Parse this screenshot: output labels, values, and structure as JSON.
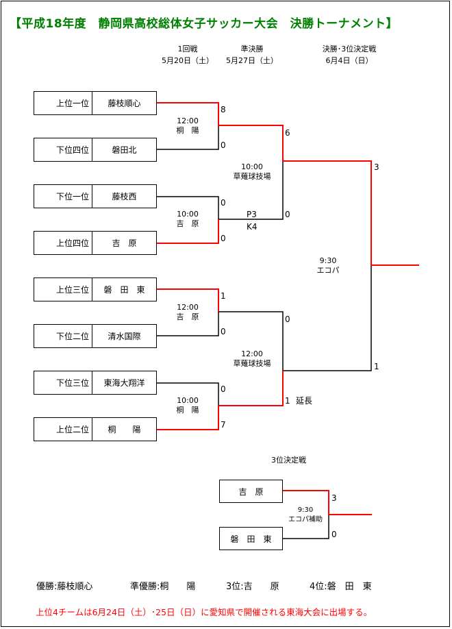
{
  "title": "【平成18年度　静岡県高校総体女子サッカー大会　決勝トーナメント】",
  "rounds": [
    {
      "name": "1回戦",
      "date": "5月20日（土）"
    },
    {
      "name": "準決勝",
      "date": "5月27日（土）"
    },
    {
      "name": "決勝･3位決定戦",
      "date": "6月4日（日）"
    }
  ],
  "entries": [
    {
      "seed": "上位一位",
      "team": "藤枝順心"
    },
    {
      "seed": "下位四位",
      "team": "磐田北"
    },
    {
      "seed": "下位一位",
      "team": "藤枝西"
    },
    {
      "seed": "上位四位",
      "team": "吉　原"
    },
    {
      "seed": "上位三位",
      "team": "磐　田　東"
    },
    {
      "seed": "下位二位",
      "team": "清水国際"
    },
    {
      "seed": "下位三位",
      "team": "東海大翔洋"
    },
    {
      "seed": "上位二位",
      "team": "桐　　陽"
    }
  ],
  "matches": {
    "r1_1": {
      "time": "12:00",
      "venue": "桐　陽",
      "score_top": "8",
      "score_bottom": "0"
    },
    "r1_2": {
      "time": "10:00",
      "venue": "吉　原",
      "score_top": "0",
      "score_bottom": "0",
      "pk_top": "P3",
      "pk_bottom": "K4"
    },
    "r1_3": {
      "time": "12:00",
      "venue": "吉　原",
      "score_top": "1",
      "score_bottom": "0"
    },
    "r1_4": {
      "time": "10:00",
      "venue": "桐　陽",
      "score_top": "0",
      "score_bottom": "7"
    },
    "sf_1": {
      "time": "10:00",
      "venue": "草薙球技場",
      "score_top": "6",
      "score_bottom": "0"
    },
    "sf_2": {
      "time": "12:00",
      "venue": "草薙球技場",
      "score_top": "0",
      "score_bottom": "1",
      "note": "延長"
    },
    "final": {
      "time": "9:30",
      "venue": "エコパ",
      "score_top": "3",
      "score_bottom": "1"
    }
  },
  "third_place": {
    "label": "3位決定戦",
    "team_top": "吉　原",
    "team_bottom": "磐　田　東",
    "time": "9:30",
    "venue": "エコパ補助",
    "score_top": "3",
    "score_bottom": "0"
  },
  "results": {
    "first": "優勝:藤枝順心",
    "second": "準優勝:桐　　陽",
    "third": "3位:吉　　原",
    "fourth": "4位:磐　田　東"
  },
  "footnote": "上位4チームは6月24日（土）･25日（日）に愛知県で開催される東海大会に出場する。",
  "colors": {
    "title": "#008000",
    "winner_line": "#ff0000",
    "line": "#000000",
    "footnote": "#ff0000"
  }
}
